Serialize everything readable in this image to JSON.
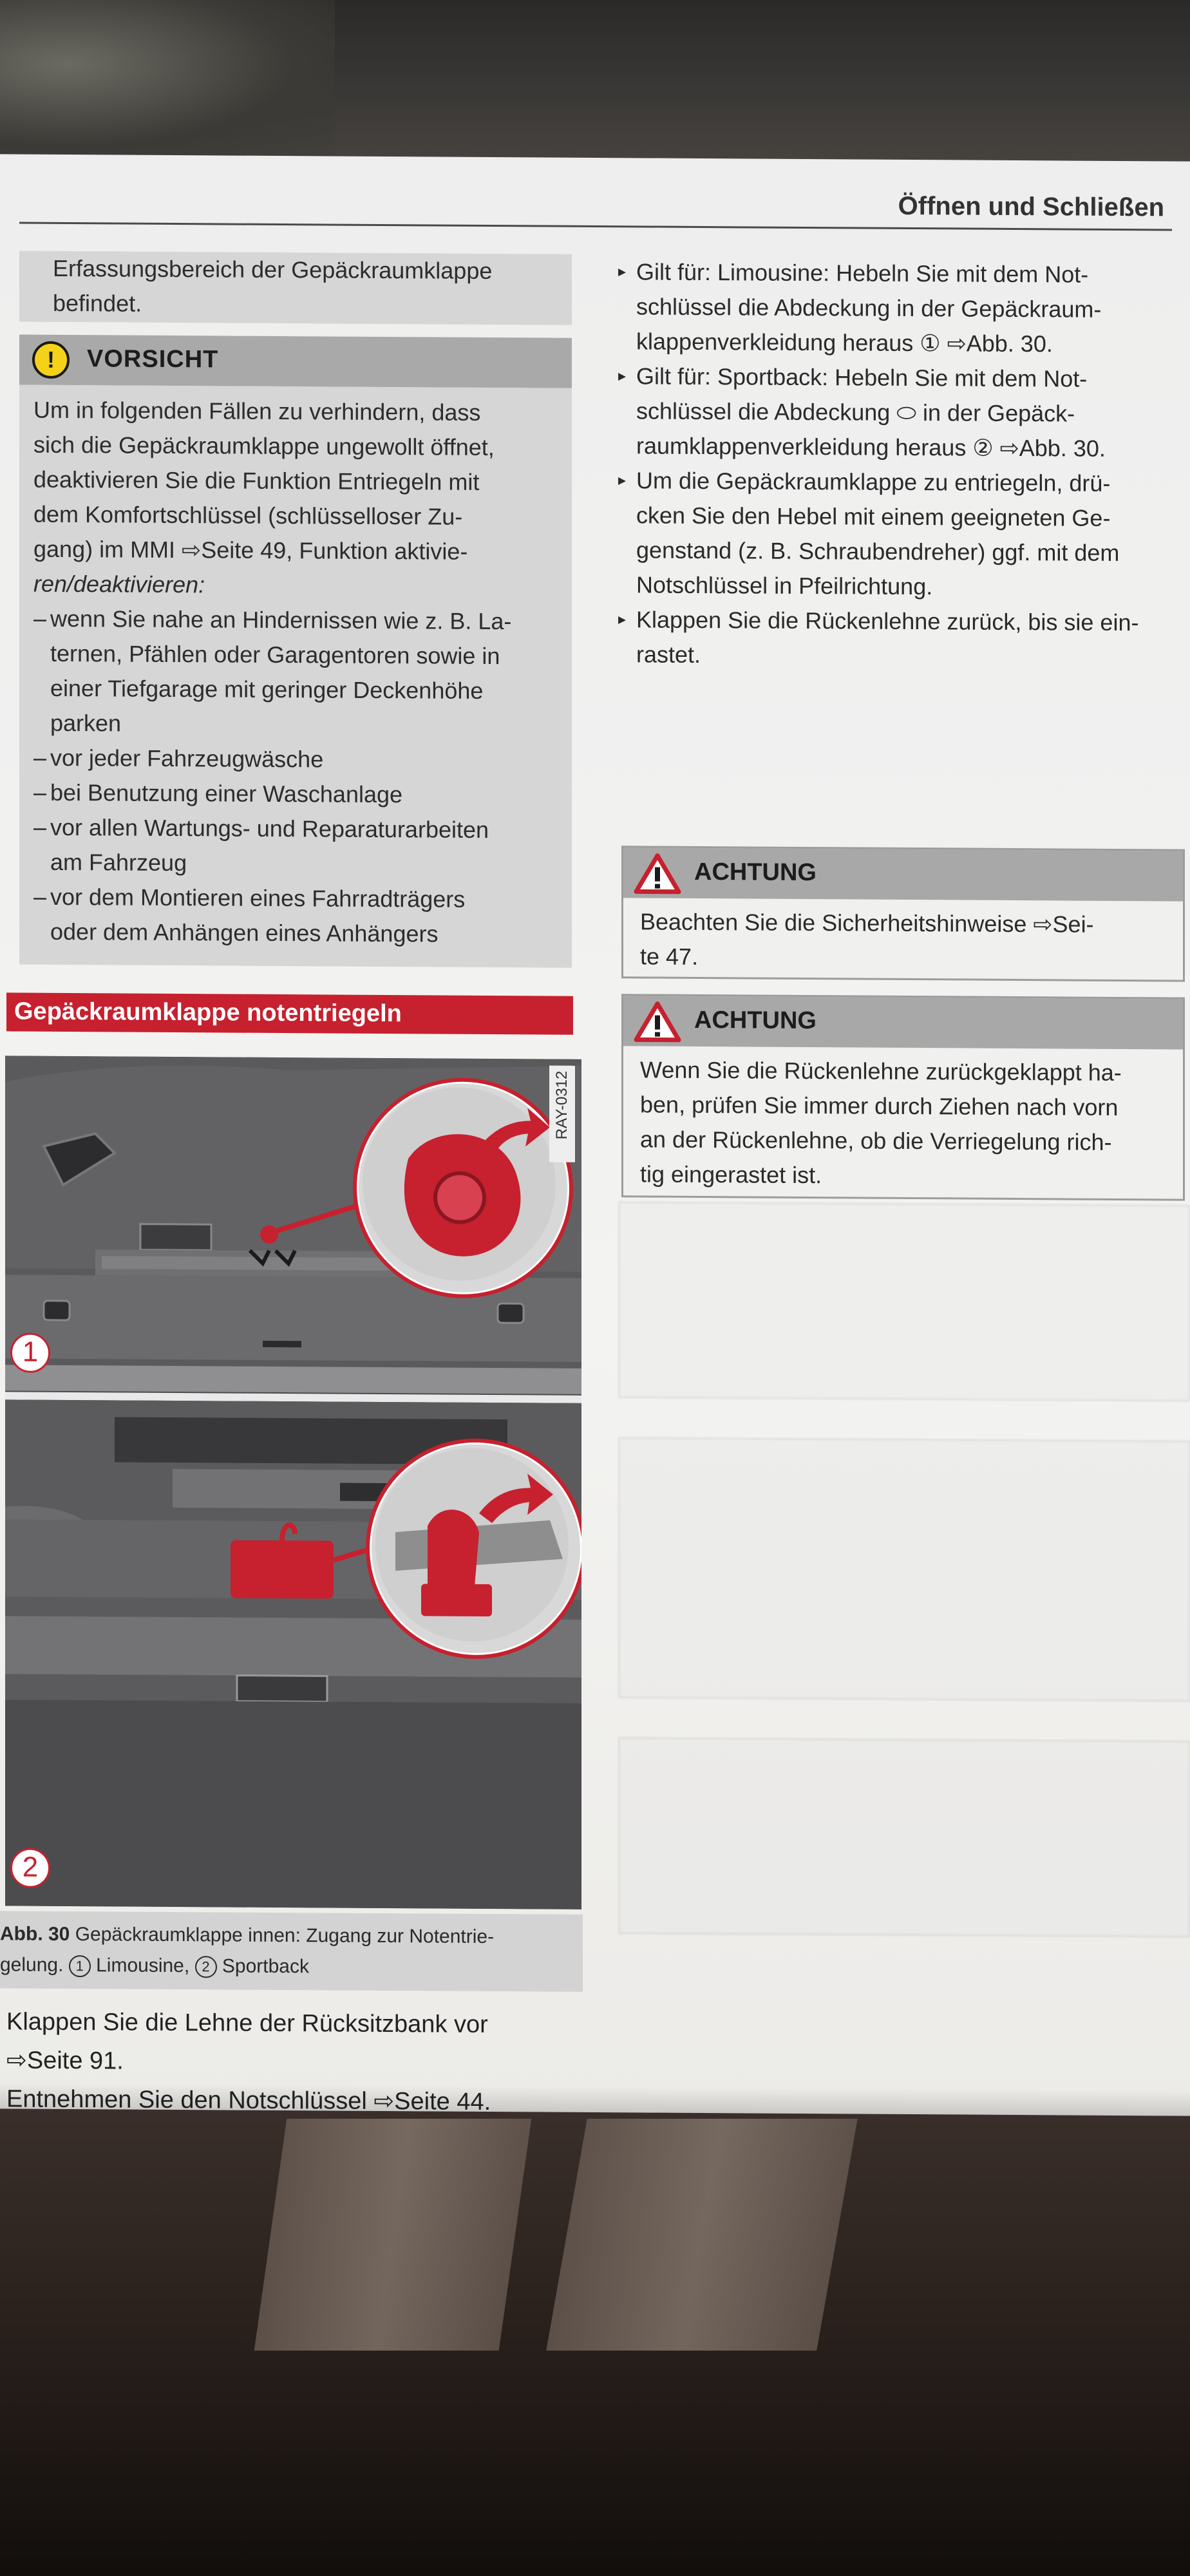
{
  "header": {
    "title": "Öffnen und Schließen"
  },
  "left_column": {
    "intro_lines": [
      "Erfassungsbereich der Gepäckraumklappe",
      "befindet."
    ],
    "caution": {
      "icon": "caution-exclamation-icon",
      "title": "VORSICHT",
      "lines": [
        "Um in folgenden Fällen zu verhindern, dass",
        "sich die Gepäckraumklappe ungewollt öffnet,",
        "deaktivieren Sie die Funktion Entriegeln mit",
        "dem Komfortschlüssel (schlüsselloser Zu-",
        "gang) im MMI ⇨Seite 49, Funktion aktivie-",
        "ren/deaktivieren:"
      ],
      "items": [
        [
          "wenn Sie nahe an Hindernissen wie z. B. La-",
          "ternen, Pfählen oder Garagentoren sowie in",
          "einer Tiefgarage mit geringer Deckenhöhe",
          "parken"
        ],
        [
          "vor jeder Fahrzeugwäsche"
        ],
        [
          "bei Benutzung einer Waschanlage"
        ],
        [
          "vor allen Wartungs- und Reparaturarbeiten",
          "am Fahrzeug"
        ],
        [
          "vor dem Montieren eines Fahrradträgers",
          "oder dem Anhängen eines Anhängers"
        ]
      ]
    },
    "section_heading": "Gepäckraumklappe notentriegeln",
    "figure": {
      "code": "RAY-0312",
      "marker_1": "1",
      "marker_2": "2",
      "caption_label": "Abb. 30",
      "caption_line1": "Gepäckraumklappe innen: Zugang zur Notentrie-",
      "caption_line2_start": "gelung.",
      "caption_marker_1": "1",
      "caption_limousine": "Limousine,",
      "caption_marker_2": "2",
      "caption_sportback": "Sportback"
    },
    "steps": [
      "Klappen Sie die Lehne der Rücksitzbank vor",
      "⇨Seite 91.",
      "Entnehmen Sie den Notschlüssel ⇨Seite 44."
    ]
  },
  "right_column": {
    "bullets": [
      [
        "Gilt für: Limousine: Hebeln Sie mit dem Not-",
        "schlüssel die Abdeckung in der Gepäckraum-",
        "klappenverkleidung heraus ① ⇨Abb. 30."
      ],
      [
        "Gilt für: Sportback: Hebeln Sie mit dem Not-",
        "schlüssel die Abdeckung ⬭ in der Gepäck-",
        "raumklappenverkleidung heraus ② ⇨Abb. 30."
      ],
      [
        "Um die Gepäckraumklappe zu entriegeln, drü-",
        "cken Sie den Hebel mit einem geeigneten Ge-",
        "genstand (z. B. Schraubendreher) ggf. mit dem",
        "Notschlüssel in Pfeilrichtung."
      ],
      [
        "Klappen Sie die Rückenlehne zurück, bis sie ein-",
        "rastet."
      ]
    ],
    "warning1": {
      "icon": "warning-triangle-icon",
      "title": "ACHTUNG",
      "lines": [
        "Beachten Sie die Sicherheitshinweise ⇨Sei-",
        "te 47."
      ]
    },
    "warning2": {
      "icon": "warning-triangle-icon",
      "title": "ACHTUNG",
      "lines": [
        "Wenn Sie die Rückenlehne zurückgeklappt ha-",
        "ben, prüfen Sie immer durch Ziehen nach vorn",
        "an der Rückenlehne, ob die Verriegelung rich-",
        "tig eingerastet ist."
      ]
    }
  },
  "colors": {
    "accent_red": "#c7202e",
    "caution_yellow": "#f4d21a",
    "box_gray": "#d6d6d6",
    "header_gray": "#a9a9a9"
  }
}
